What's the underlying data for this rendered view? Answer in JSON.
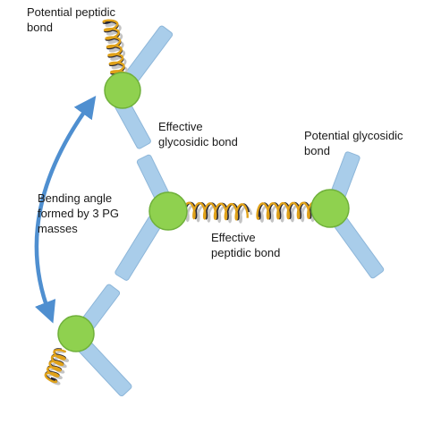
{
  "labels": {
    "potential_peptidic_bond": [
      "Potential peptidic",
      "bond"
    ],
    "effective_glycosidic_bond": [
      "Effective",
      "glycosidic bond"
    ],
    "potential_glycosidic_bond": [
      "Potential glycosidic",
      "bond"
    ],
    "bending_angle": [
      "Bending angle",
      "formed by 3 PG",
      "masses"
    ],
    "effective_peptidic_bond": [
      "Effective",
      "peptidic bond"
    ]
  },
  "colors": {
    "glycan_rod": "#a9cdea",
    "glycan_rod_edge": "#8db6d9",
    "pg_mass": "#8fd14f",
    "pg_mass_edge": "#6fb03a",
    "spring_gold": "#e0a21a",
    "spring_dark": "#262636",
    "spring_shadow": "#c4c4c4",
    "arrow": "#4f8fd0",
    "text": "#1a1a1a"
  }
}
